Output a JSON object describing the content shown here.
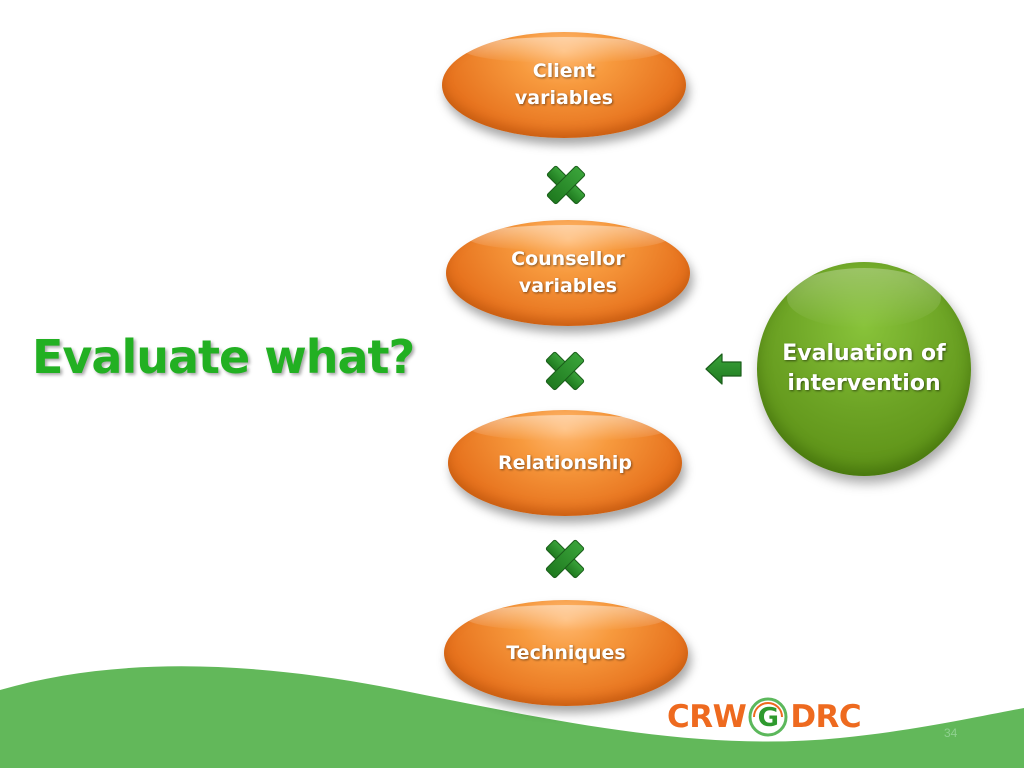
{
  "slide": {
    "title": "Evaluate what?",
    "page_number": "34"
  },
  "flow": {
    "nodes": [
      {
        "label": "Client variables"
      },
      {
        "label": "Counsellor variables"
      },
      {
        "label": "Relationship"
      },
      {
        "label": "Techniques"
      }
    ],
    "connector_icon": "multiply-x-icon"
  },
  "evaluation": {
    "label": "Evaluation of intervention",
    "arrow_icon": "left-arrow-icon"
  },
  "logo": {
    "left_text": "CRW",
    "center_letter": "G",
    "right_text": "DRC"
  },
  "colors": {
    "title_green": "#22b022",
    "oval_orange": "#e7731e",
    "circle_green": "#6da425",
    "wave_green": "#62b85a",
    "logo_orange": "#ee6a1f",
    "icon_green": "#2e8b2e"
  }
}
